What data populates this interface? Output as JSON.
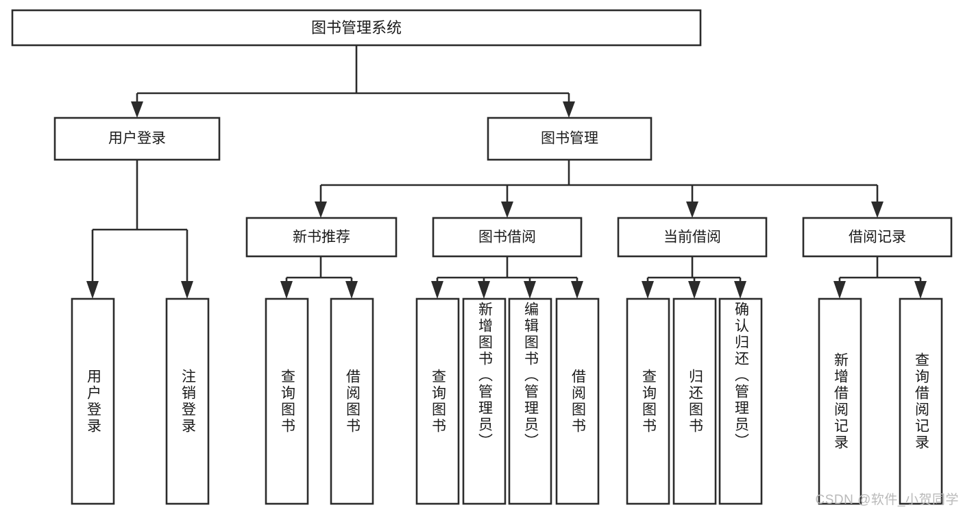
{
  "diagram": {
    "type": "tree",
    "title": "图书管理系统",
    "orientation": "top-down",
    "levels": 4,
    "colors": {
      "stroke": "#2b2b2b",
      "fill": "#ffffff",
      "text": "#1a1a1a",
      "watermark": "#b9b9b9",
      "background": "#ffffff"
    }
  },
  "root": {
    "label": "图书管理系统"
  },
  "level2": [
    {
      "label": "用户登录"
    },
    {
      "label": "图书管理"
    }
  ],
  "level3": [
    {
      "label": "新书推荐"
    },
    {
      "label": "图书借阅"
    },
    {
      "label": "当前借阅"
    },
    {
      "label": "借阅记录"
    }
  ],
  "leaves": {
    "user_login": [
      {
        "label": "用户登录"
      },
      {
        "label": "注销登录"
      }
    ],
    "new_book_recommend": [
      {
        "label": "查询图书"
      },
      {
        "label": "借阅图书"
      }
    ],
    "book_borrow": [
      {
        "label": "查询图书"
      },
      {
        "label": "新增图书（管理员）"
      },
      {
        "label": "编辑图书（管理员）"
      },
      {
        "label": "借阅图书"
      }
    ],
    "current_borrow": [
      {
        "label": "查询图书"
      },
      {
        "label": "归还图书"
      },
      {
        "label": "确认归还（管理员）"
      }
    ],
    "borrow_records": [
      {
        "label": "新增借阅记录"
      },
      {
        "label": "查询借阅记录"
      }
    ]
  },
  "watermark": {
    "text": "CSDN @软件_小贺同学"
  }
}
